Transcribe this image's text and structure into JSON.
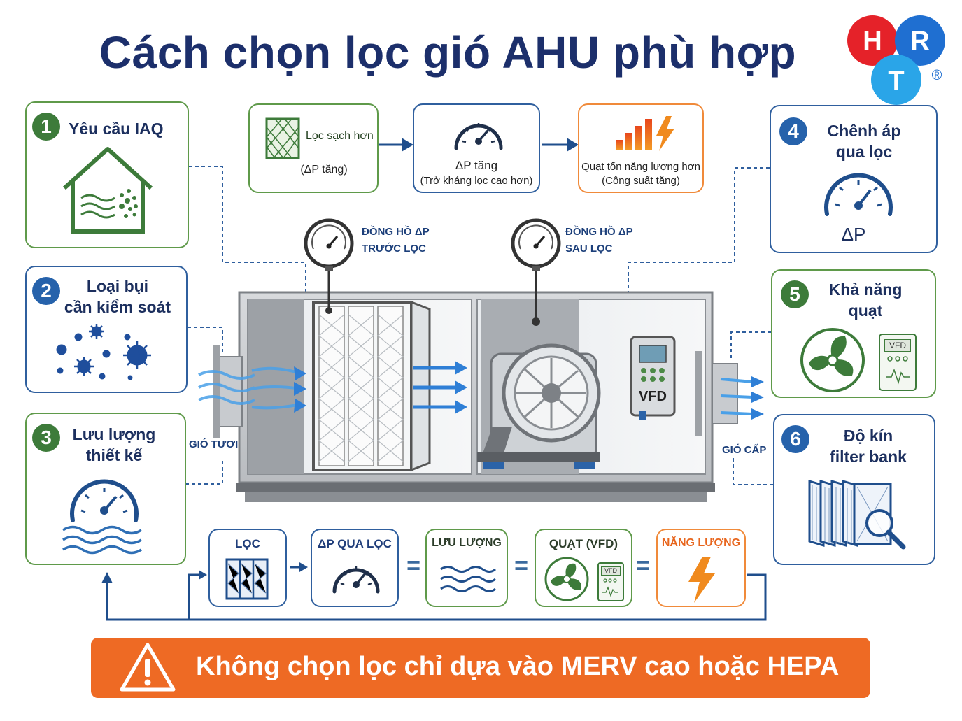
{
  "title": "Cách chọn lọc gió AHU phù hợp",
  "logo": {
    "letters": [
      "H",
      "R",
      "T"
    ],
    "registered": "®",
    "colors": [
      "#e52229",
      "#1f6fd1",
      "#2aa5e8"
    ]
  },
  "factors": [
    {
      "num": "1",
      "title": "Yêu cầu IAQ",
      "icon": "house-air-icon"
    },
    {
      "num": "2",
      "title_lines": [
        "Loại bụi",
        "cần kiểm soát"
      ],
      "icon": "dust-particles-icon"
    },
    {
      "num": "3",
      "title_lines": [
        "Lưu lượng",
        "thiết kế"
      ],
      "icon": "gauge-airflow-icon"
    },
    {
      "num": "4",
      "title_lines": [
        "Chênh áp",
        "qua lọc"
      ],
      "gauge_label": "ΔP",
      "icon": "gauge-icon"
    },
    {
      "num": "5",
      "title_lines": [
        "Khả năng",
        "quạt"
      ],
      "vfd_label": "VFD",
      "icon": "fan-icon"
    },
    {
      "num": "6",
      "title_lines": [
        "Độ kín",
        "filter bank"
      ],
      "icon": "filter-magnifier-icon"
    }
  ],
  "top_chain": [
    {
      "label": "Lọc sạch hơn",
      "sub": "(ΔP tăng)"
    },
    {
      "label": "ΔP tăng",
      "sub": "(Trở kháng lọc cao hơn)"
    },
    {
      "label": "Quạt tốn năng lượng hơn",
      "sub": "(Công suất tăng)"
    }
  ],
  "ahu": {
    "gauge_before": [
      "ĐỒNG HỒ ΔP",
      "TRƯỚC LỌC"
    ],
    "gauge_after": [
      "ĐỒNG HỒ ΔP",
      "SAU LỌC"
    ],
    "inlet_label": "GIÓ TƯƠI",
    "outlet_label": "GIÓ CẤP",
    "vfd_label": "VFD"
  },
  "bottom_chain": [
    {
      "label": "LỌC",
      "color": "#2f5f9e"
    },
    {
      "label": "ΔP QUA LỌC",
      "color": "#2f5f9e"
    },
    {
      "label": "LƯU LƯỢNG",
      "color": "#5f9a4a"
    },
    {
      "label": "QUẠT (VFD)",
      "color": "#5f9a4a"
    },
    {
      "label": "NĂNG LƯỢNG",
      "color": "#f08a3a"
    }
  ],
  "bottom_symbols": [
    "=",
    "=",
    "="
  ],
  "bottom_vfd": "VFD",
  "warning": "Không chọn lọc chỉ dựa vào MERV cao hoặc HEPA"
}
